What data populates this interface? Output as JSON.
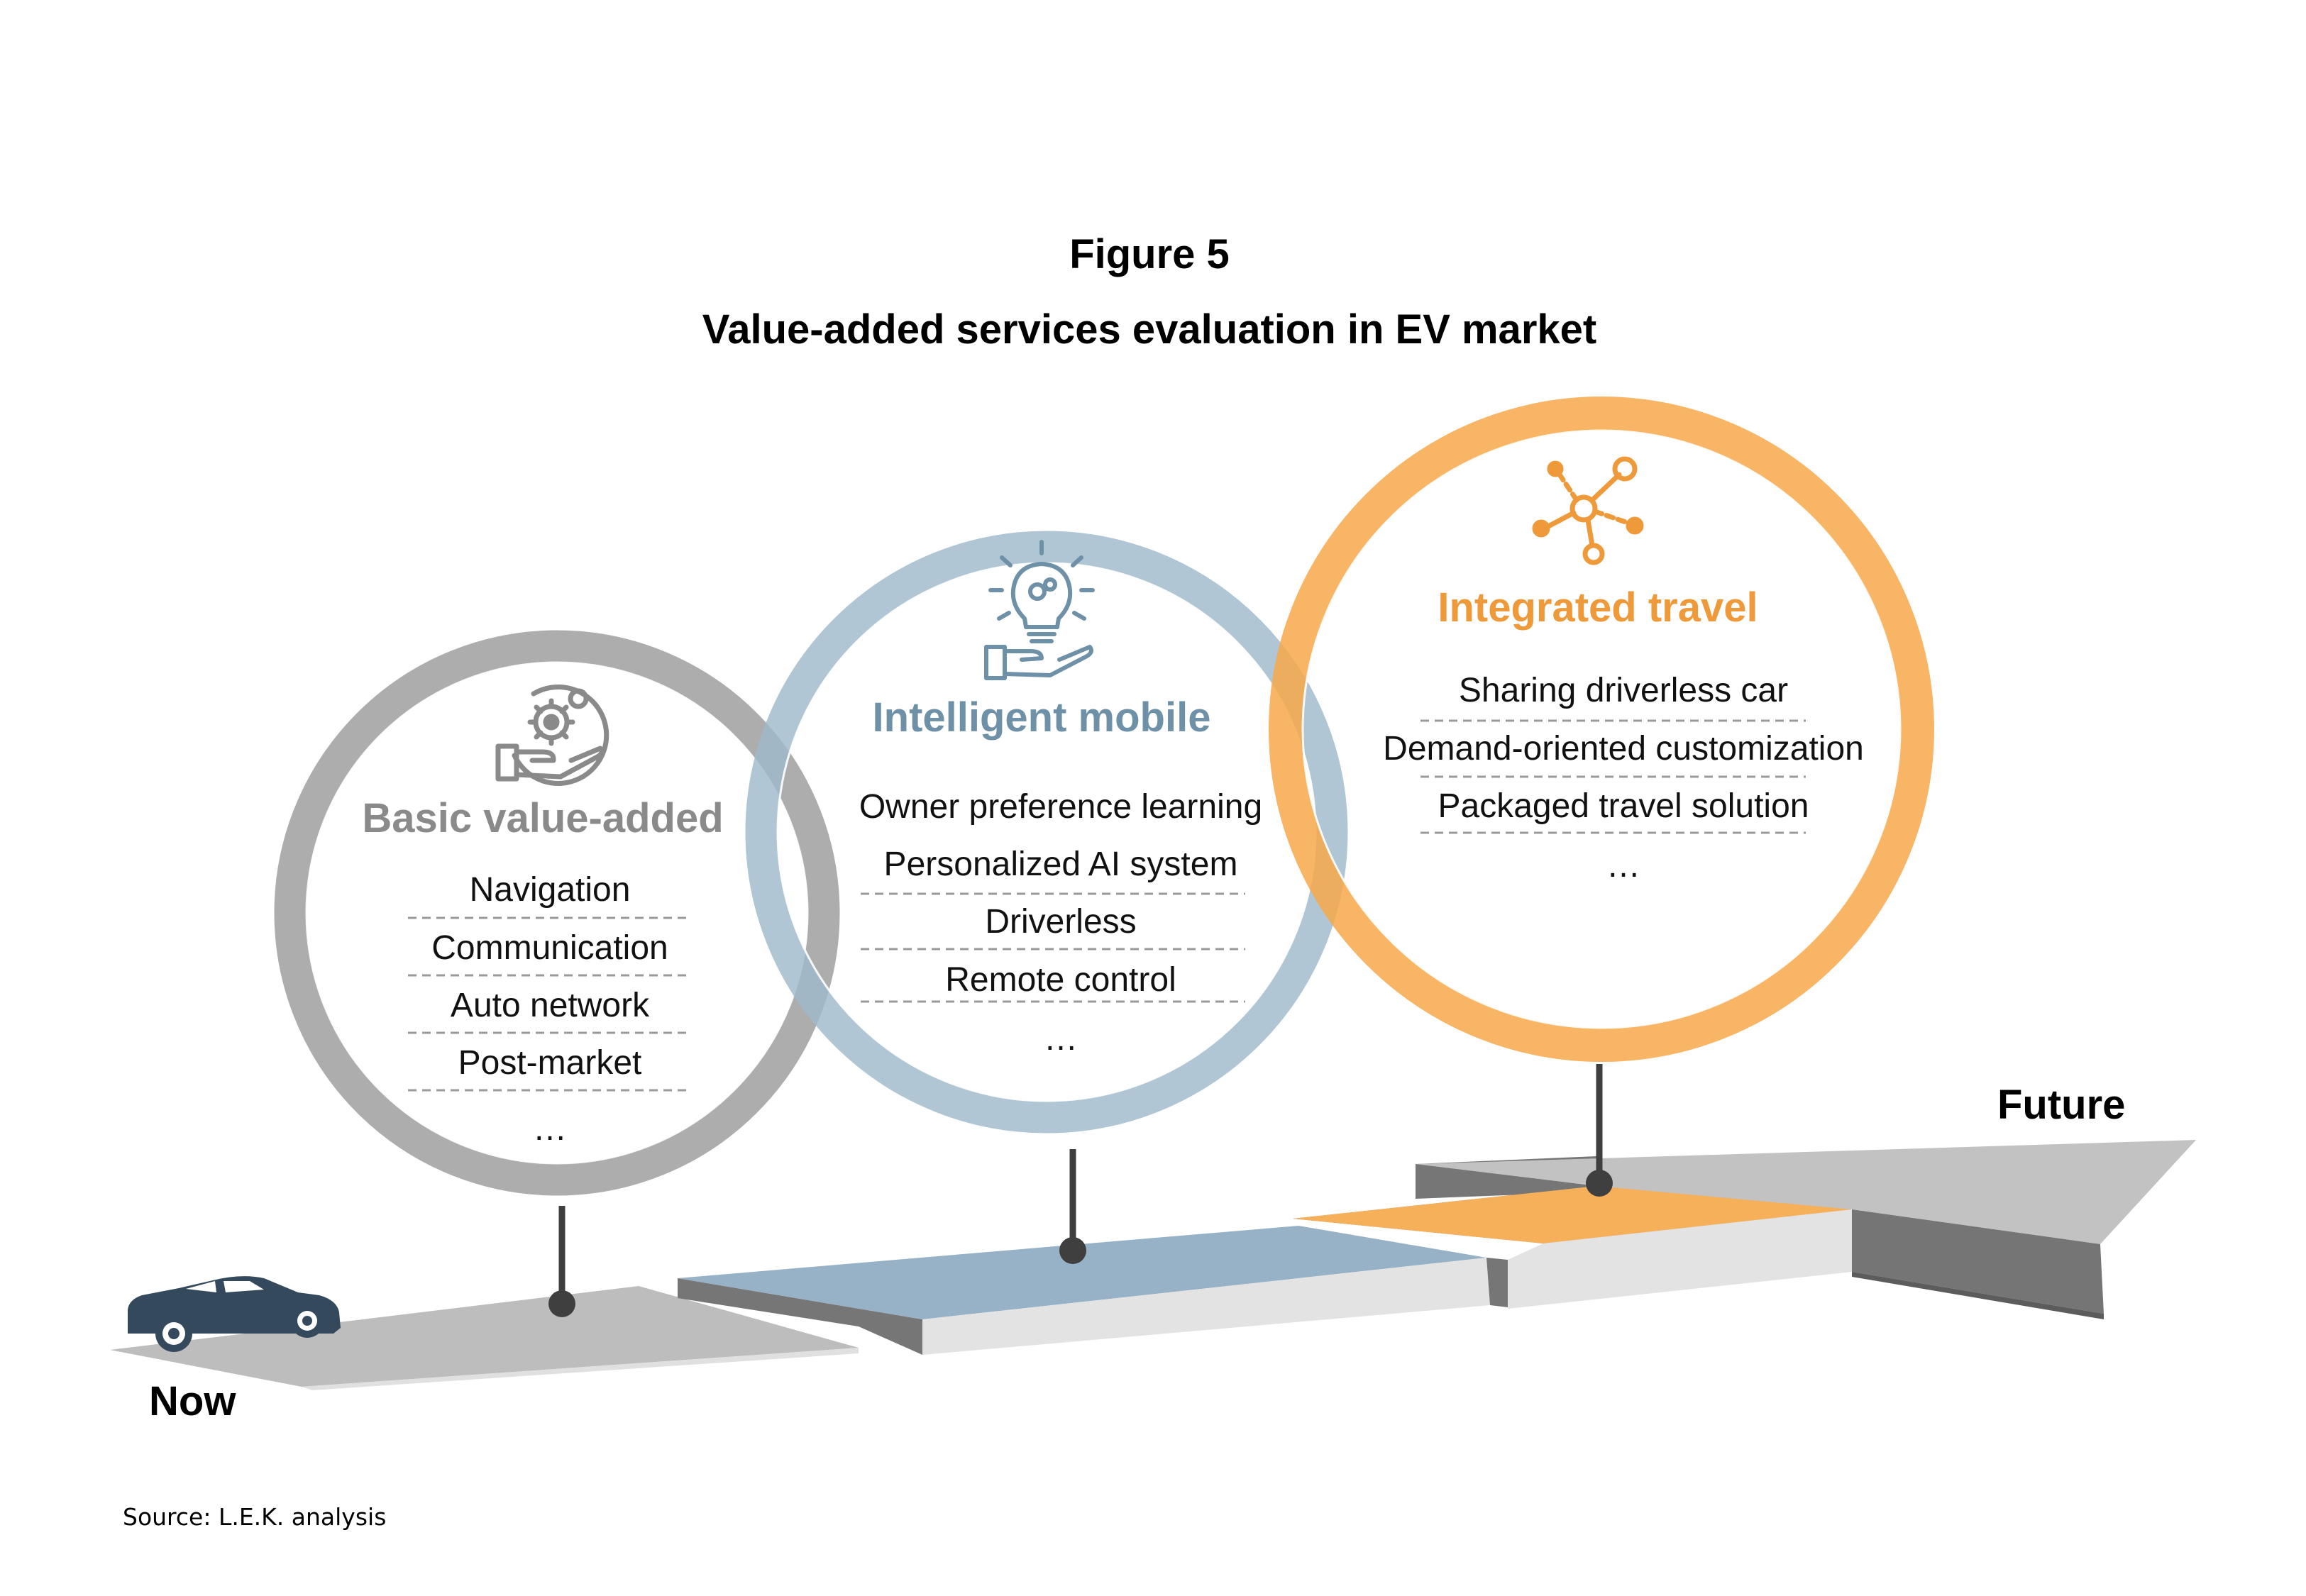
{
  "figure": {
    "label": "Figure 5",
    "title": "Value-added services evaluation in EV market"
  },
  "stages": [
    {
      "heading": "Basic value-added",
      "icon": "gears-in-hand-icon",
      "color": "#a6a6a6",
      "items": [
        "Navigation",
        "Communication",
        "Auto network",
        "Post-market",
        "…"
      ]
    },
    {
      "heading": "Intelligent mobile",
      "icon": "lightbulb-in-hand-icon",
      "color": "#9fb9cb",
      "heading_color": "#6f91a8",
      "items": [
        "Owner preference learning",
        "Personalized AI system",
        "Driverless",
        "Remote control",
        "…"
      ]
    },
    {
      "heading": "Integrated travel",
      "icon": "network-nodes-icon",
      "color": "#f7a84a",
      "heading_color": "#ef9a3a",
      "items": [
        "Sharing driverless car",
        "Demand-oriented customization",
        "Packaged travel solution",
        "…"
      ]
    }
  ],
  "timeline": {
    "start_label": "Now",
    "end_label": "Future",
    "car_icon": "car-icon",
    "car_color": "#344a5c"
  },
  "source": "Source: L.E.K. analysis"
}
